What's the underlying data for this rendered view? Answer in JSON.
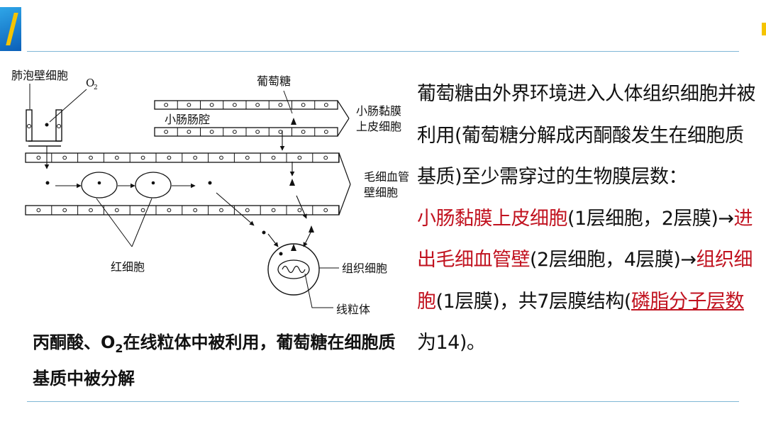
{
  "diagram": {
    "labels": {
      "alveolar_cell": "肺泡壁细胞",
      "o2": "O",
      "o2_sub": "2",
      "glucose": "葡萄糖",
      "intestinal_lumen": "小肠肠腔",
      "mucosa_line1": "小肠黏膜",
      "mucosa_line2": "上皮细胞",
      "capillary_line1": "毛细血管",
      "capillary_line2": "壁细胞",
      "rbc": "红细胞",
      "tissue_cell": "组织细胞",
      "mitochondrion": "线粒体"
    }
  },
  "caption": {
    "part1": "丙酮酸、O",
    "sub": "2",
    "part2": "在线粒体中被利用，葡萄糖在细胞质基质中被分解"
  },
  "explanation": {
    "intro": "葡萄糖由外界环境进入人体组织细胞并被利用(葡萄糖分解成丙酮酸发生在细胞质基质)至少需穿过的生物膜层数：",
    "step1_red": "小肠黏膜上皮细胞",
    "step1_detail": "(1层细胞，2层膜)→",
    "step2_red": "进出毛细血管壁",
    "step2_detail": "(2层细胞，4层膜)→",
    "step3_red": "组织细胞",
    "step3_detail": "(1层膜)，共7层膜结构(",
    "phospholipid_red": "磷脂分子层数",
    "ending": "为14)。"
  },
  "colors": {
    "accent_blue": "#0b5fb8",
    "accent_yellow": "#f5c400",
    "highlight_red": "#c1121f",
    "rule": "#7fb7d6"
  }
}
